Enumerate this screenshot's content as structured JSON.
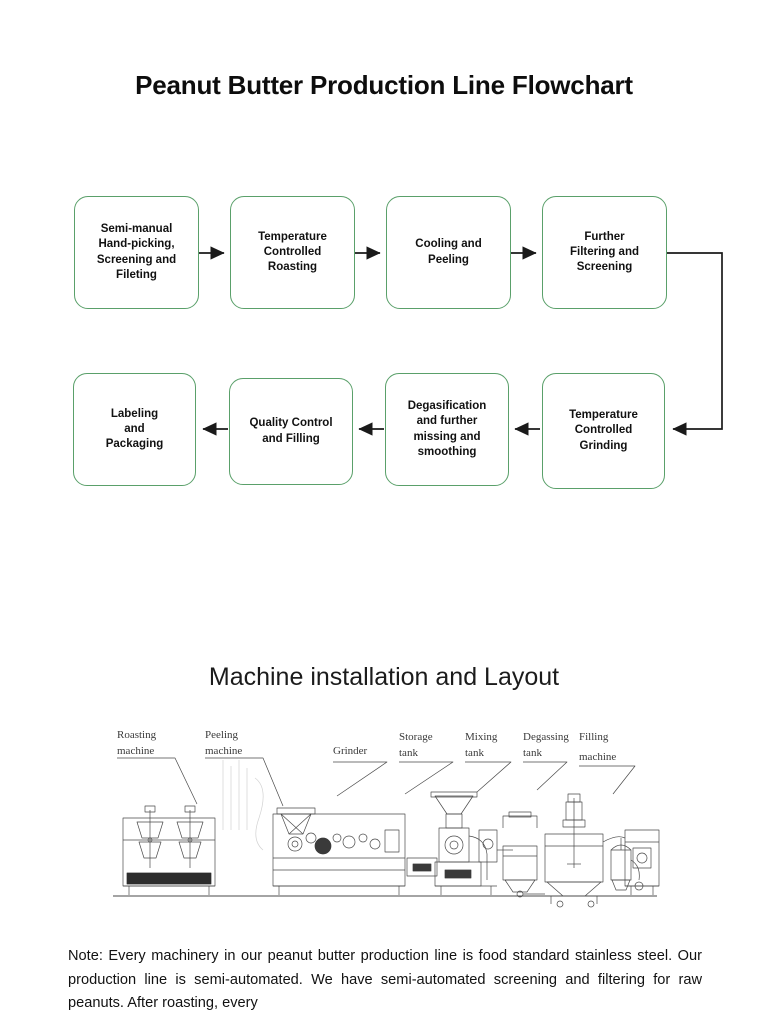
{
  "page": {
    "title": "Peanut Butter Production Line Flowchart",
    "layout_heading": "Machine installation and Layout"
  },
  "colors": {
    "box_border": "#5aa06a",
    "arrow": "#1a1a1a",
    "text": "#111111",
    "background": "#ffffff",
    "drawing_line": "#4a4a4a"
  },
  "flowchart": {
    "row1": [
      {
        "id": "step-1",
        "lines": [
          "Semi-manual",
          "Hand-picking,",
          "Screening and",
          "Fileting"
        ]
      },
      {
        "id": "step-2",
        "lines": [
          "Temperature",
          "Controlled",
          "Roasting"
        ]
      },
      {
        "id": "step-3",
        "lines": [
          "Cooling and",
          "Peeling"
        ]
      },
      {
        "id": "step-4",
        "lines": [
          "Further",
          "Filtering and",
          "Screening"
        ]
      }
    ],
    "row2": [
      {
        "id": "step-8",
        "lines": [
          "Labeling",
          "and",
          "Packaging"
        ]
      },
      {
        "id": "step-7",
        "lines": [
          "Quality Control",
          "and Filling"
        ]
      },
      {
        "id": "step-6",
        "lines": [
          "Degasification",
          "and further",
          "missing and",
          "smoothing"
        ]
      },
      {
        "id": "step-5",
        "lines": [
          "Temperature",
          "Controlled",
          "Grinding"
        ]
      }
    ]
  },
  "machine_layout": {
    "labels": [
      {
        "id": "roasting-machine",
        "lines": [
          "Roasting",
          "machine"
        ]
      },
      {
        "id": "peeling-machine",
        "lines": [
          "Peeling",
          "machine"
        ]
      },
      {
        "id": "grinder",
        "lines": [
          "Grinder"
        ]
      },
      {
        "id": "storage-tank",
        "lines": [
          "Storage",
          "tank"
        ]
      },
      {
        "id": "mixing-tank",
        "lines": [
          "Mixing",
          "tank"
        ]
      },
      {
        "id": "degassing-tank",
        "lines": [
          "Degassing",
          "tank"
        ]
      },
      {
        "id": "filling-machine",
        "lines": [
          "Filling",
          "machine"
        ]
      }
    ]
  },
  "note": {
    "text": "Note: Every machinery in our peanut butter production line is food standard stainless steel. Our production line is semi-automated. We have semi-automated screening and filtering for raw peanuts. After roasting, every"
  }
}
